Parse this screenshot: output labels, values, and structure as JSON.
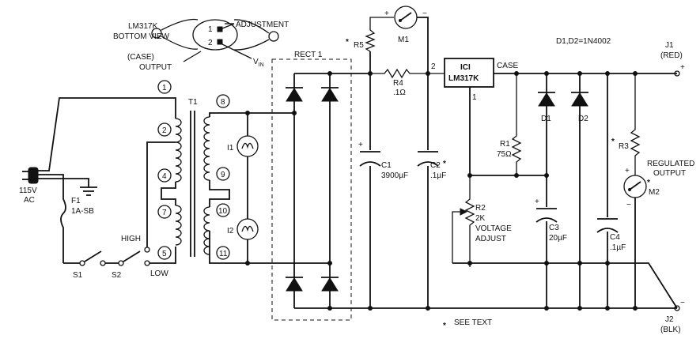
{
  "pinout": {
    "device": "LM317K",
    "view": "BOTTOM VIEW",
    "case_label": "(CASE)",
    "output_label": "OUTPUT",
    "pin1": "1",
    "pin2": "2",
    "adjustment_label": "ADJUSTMENT",
    "vin_label": "V",
    "vin_sub": "IN"
  },
  "diode_note": "D1,D2=1N4002",
  "footnote_star": "*",
  "footnote": "SEE TEXT",
  "ac_input": {
    "voltage": "115V",
    "type": "AC"
  },
  "fuse": {
    "ref": "F1",
    "rating": "1A-SB"
  },
  "switches": {
    "s1": "S1",
    "s2": "S2",
    "high": "HIGH",
    "low": "LOW"
  },
  "transformer": {
    "ref": "T1",
    "primary_pins": [
      "1",
      "2",
      "4",
      "7",
      "5"
    ],
    "secondary_pins": [
      "8",
      "9",
      "10",
      "11"
    ]
  },
  "lamps": {
    "i1": "I1",
    "i2": "I2"
  },
  "rectifier": {
    "ref": "RECT 1"
  },
  "capacitors": {
    "c1_ref": "C1",
    "c1_val": "3900µF",
    "c2_ref": "C2",
    "c2_val": ".1µF",
    "c2_star": "*",
    "c3_ref": "C3",
    "c3_val": "20µF",
    "c4_ref": "C4",
    "c4_val": ".1µF"
  },
  "resistors": {
    "r1_ref": "R1",
    "r1_val": "75Ω",
    "r2_ref": "R2",
    "r2_val": "2K",
    "r2_desc1": "VOLTAGE",
    "r2_desc2": "ADJUST",
    "r3_ref": "R3",
    "r3_star": "*",
    "r4_ref": "R4",
    "r4_val": ".1Ω",
    "r5_ref": "R5",
    "r5_star": "*"
  },
  "meters": {
    "m1": "M1",
    "m2": "M2",
    "m2_star": "*",
    "plus": "+",
    "minus": "−"
  },
  "regulator": {
    "line1": "ICI",
    "line2": "LM317K",
    "pin_in": "2",
    "pin_adj": "1",
    "case": "CASE"
  },
  "diodes": {
    "d1": "D1",
    "d2": "D2"
  },
  "outputs": {
    "j1": "J1",
    "j1_color": "(RED)",
    "j2": "J2",
    "j2_color": "(BLK)",
    "label1": "REGULATED",
    "label2": "OUTPUT"
  }
}
